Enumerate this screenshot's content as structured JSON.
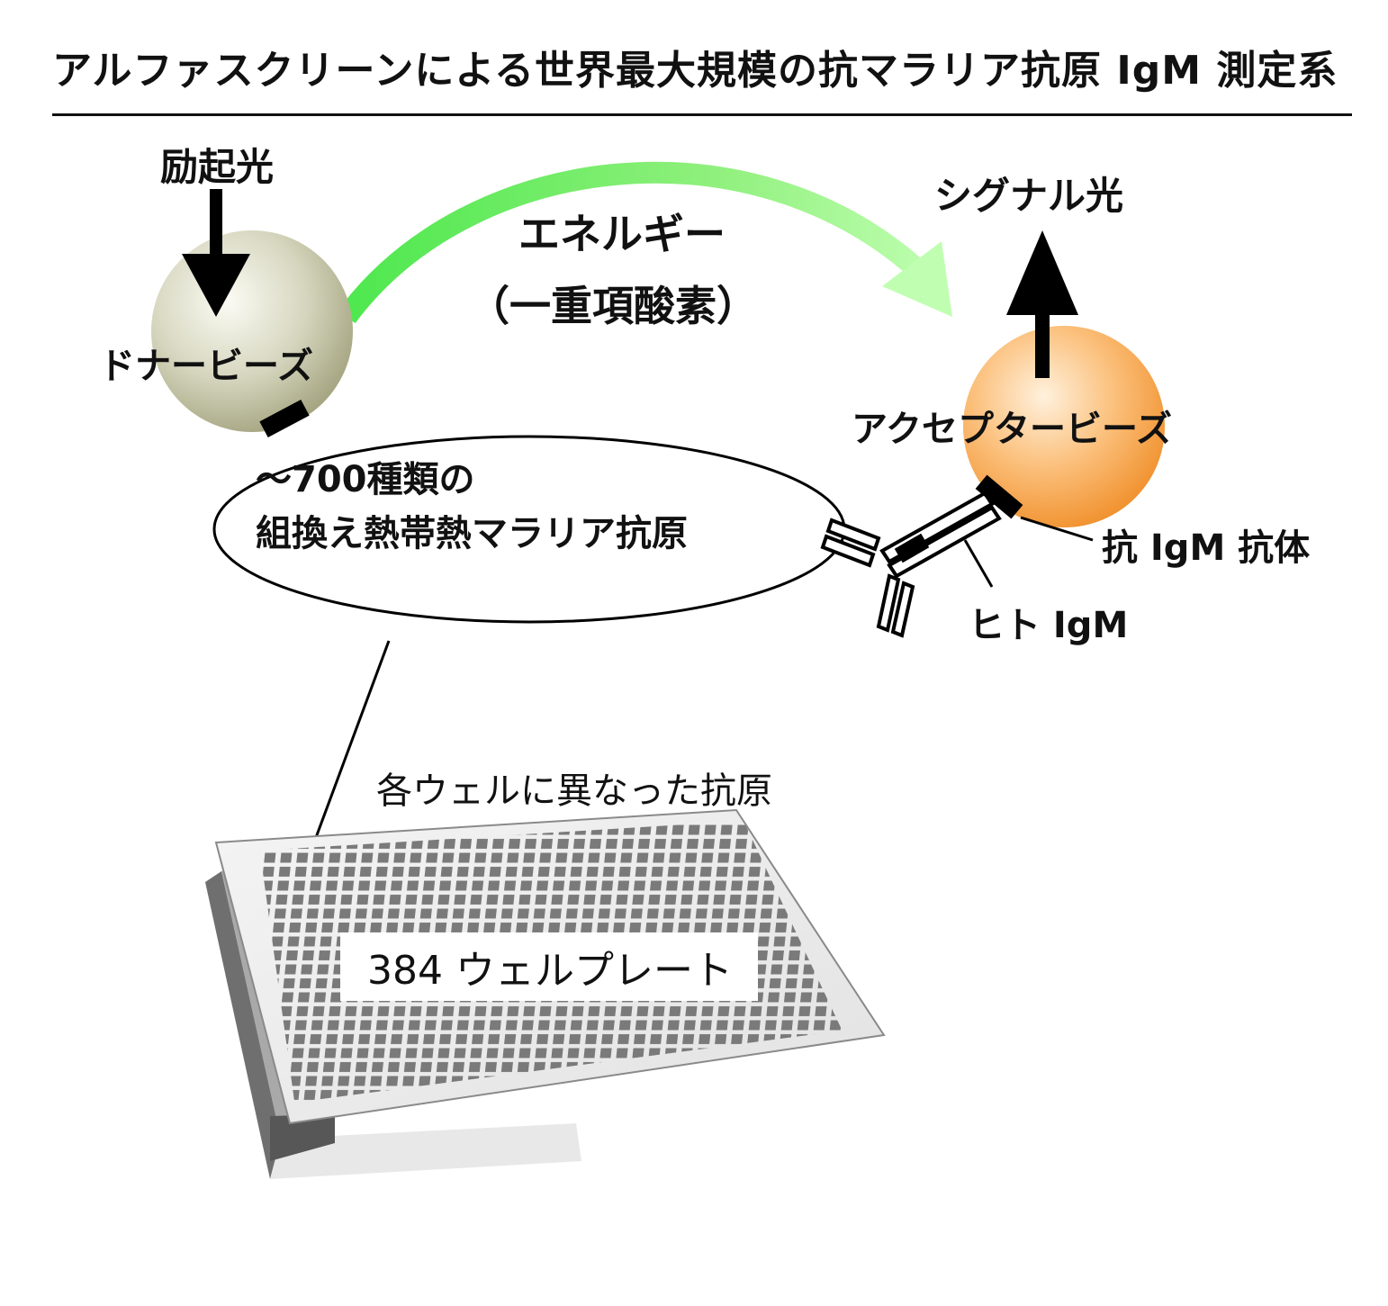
{
  "title": "アルファスクリーンによる世界最大規模の抗マラリア抗原 IgM 測定系",
  "excitation_label": "励起光",
  "donor_label": "ドナービーズ",
  "energy_label": "エネルギー",
  "singlet_oxygen_label": "（一重項酸素）",
  "signal_label": "シグナル光",
  "acceptor_label": "アクセプタービーズ",
  "antigen_label_line1": "～700種類の",
  "antigen_label_line2": "組換え熱帯熱マラリア抗原",
  "anti_igm_label": "抗 IgM 抗体",
  "human_igm_label": "ヒト IgM",
  "wells_caption": "各ウェルに異なった抗原",
  "plate_label": "384 ウェルプレート",
  "colors": {
    "energy_arrow_start": "#4fe84f",
    "energy_arrow_end": "#b8ffb0",
    "donor_bead": "#b8b894",
    "acceptor_bead": "#f5a54a"
  }
}
